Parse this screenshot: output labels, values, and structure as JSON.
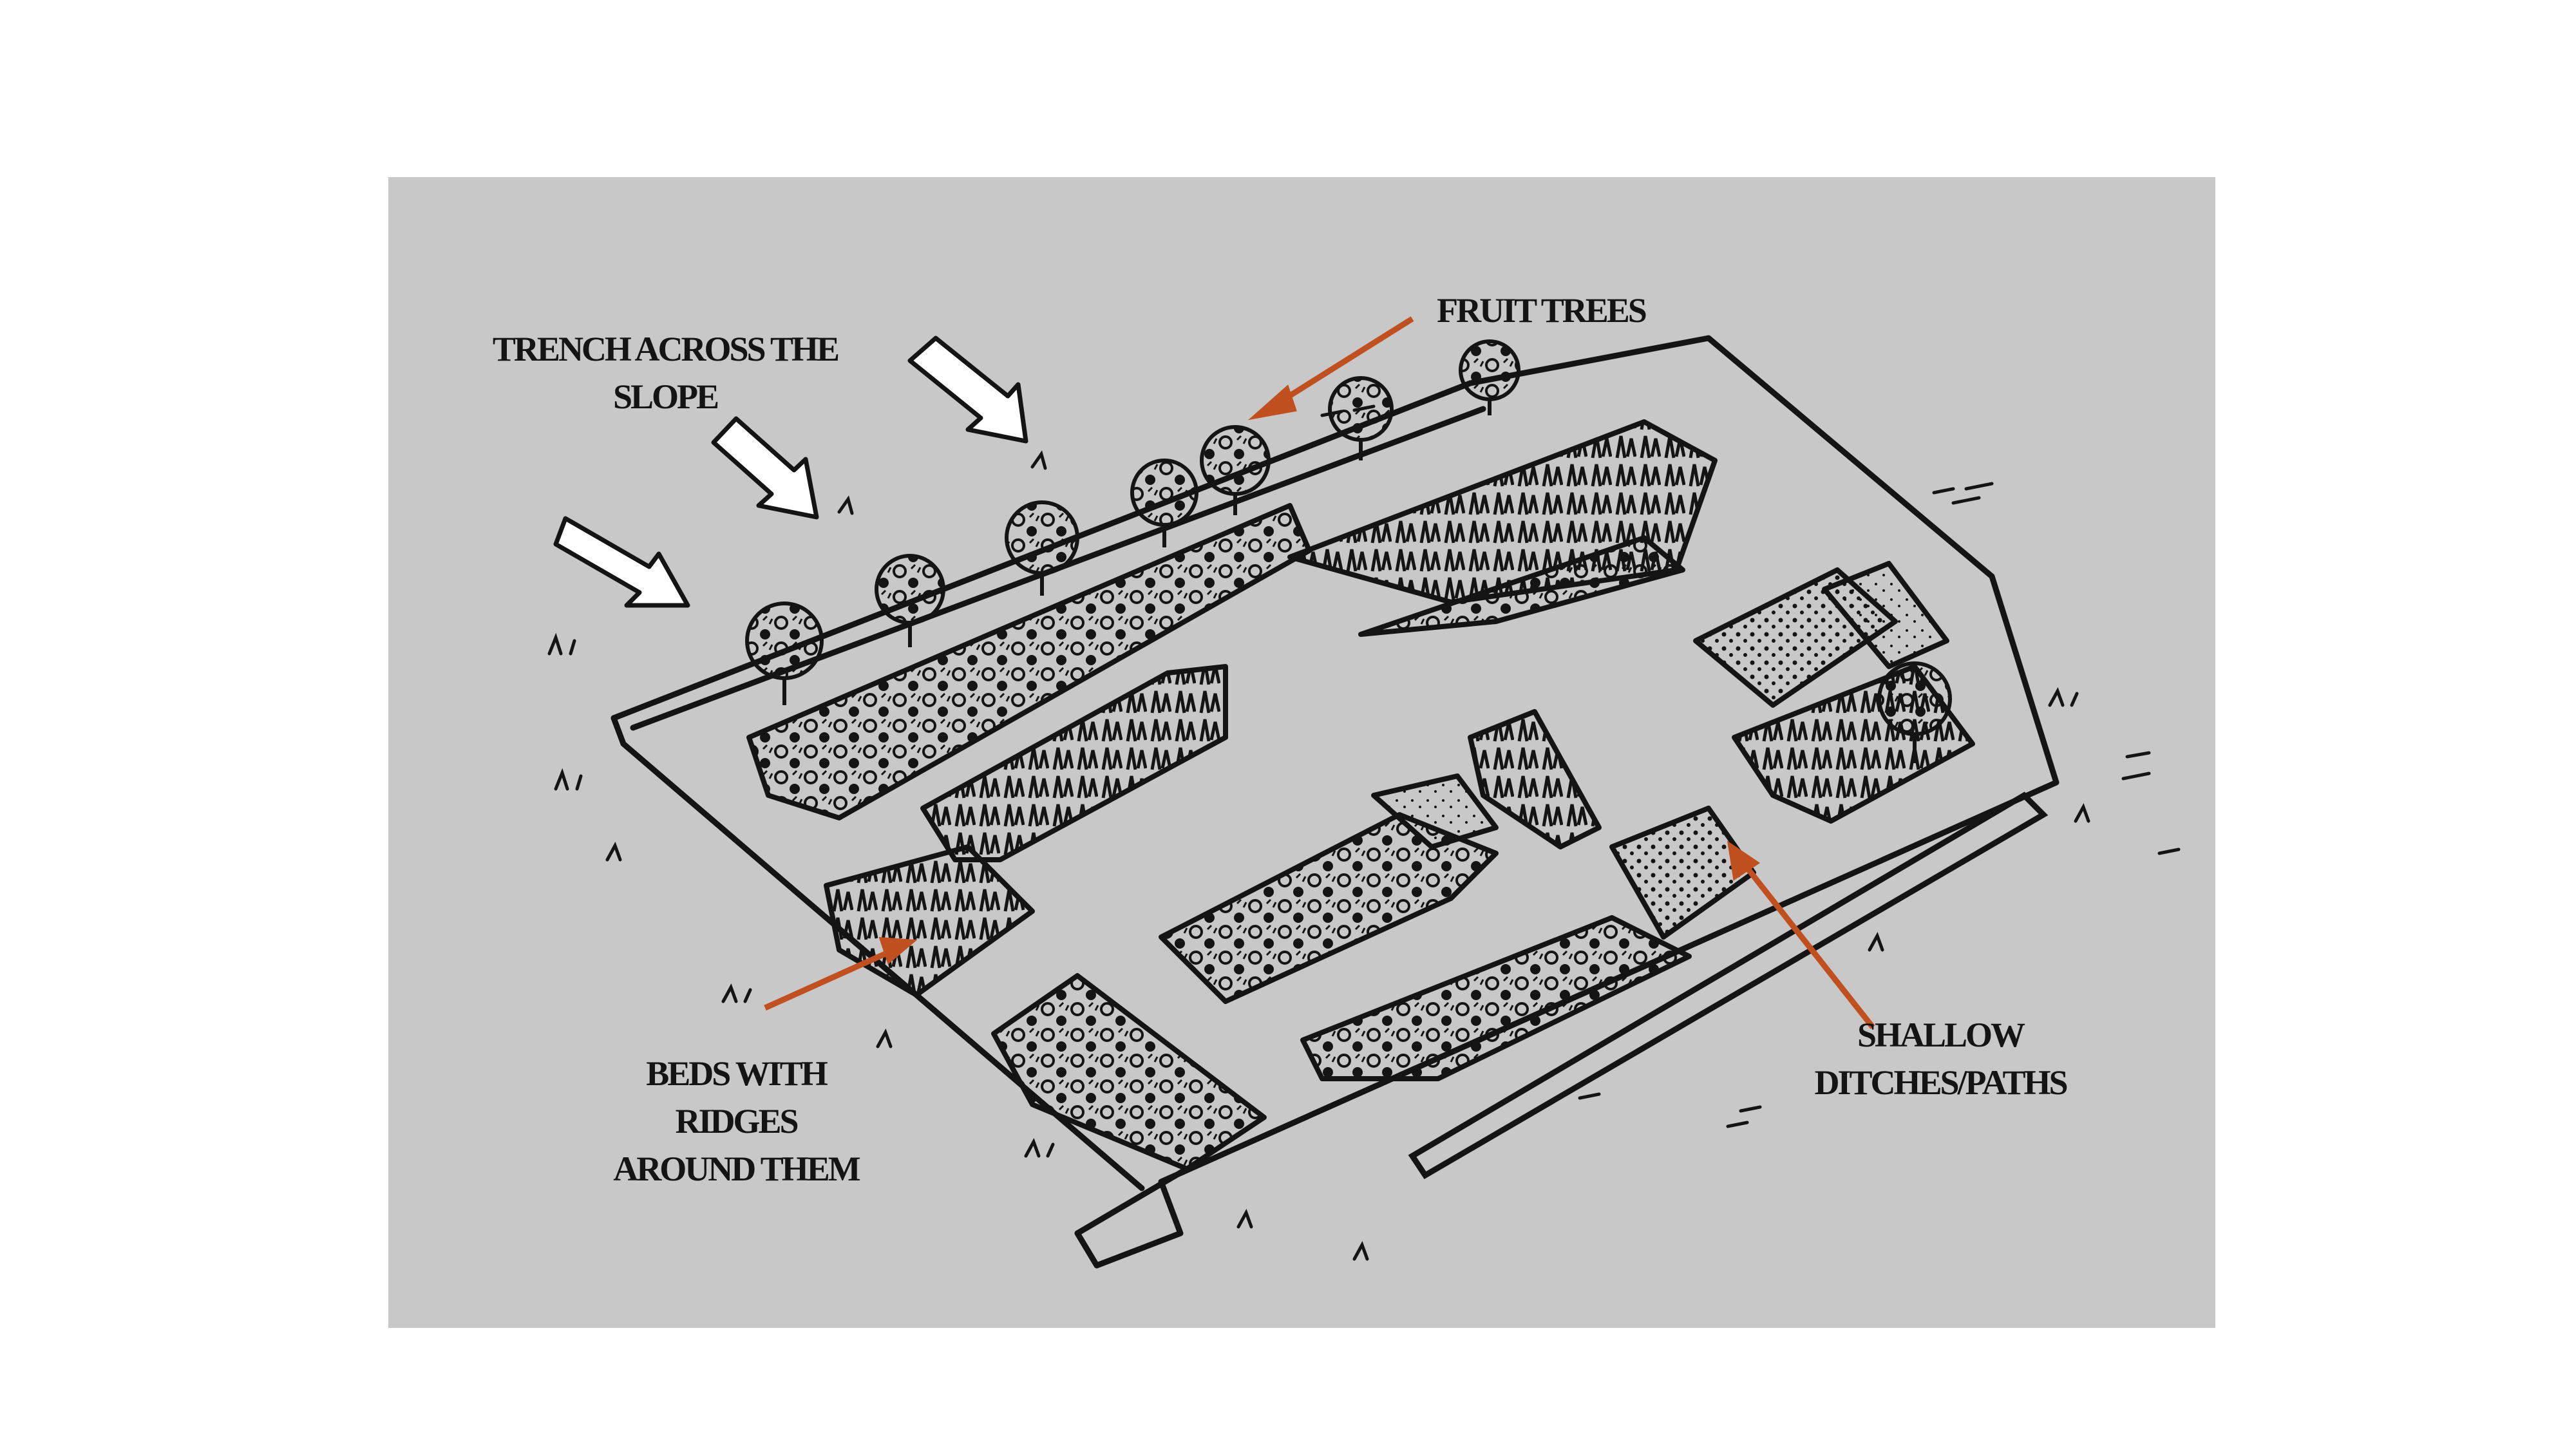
{
  "panel": {
    "background": "#c8c8c8",
    "ink_color": "#141414",
    "arrow_color": "#c0501f"
  },
  "labels": {
    "trench": [
      "TRENCH ACROSS THE",
      "SLOPE"
    ],
    "fruit_trees": [
      "FRUIT TREES"
    ],
    "beds": [
      "BEDS WITH",
      "RIDGES",
      "AROUND THEM"
    ],
    "ditches": [
      "SHALLOW",
      "DITCHES/PATHS"
    ]
  }
}
